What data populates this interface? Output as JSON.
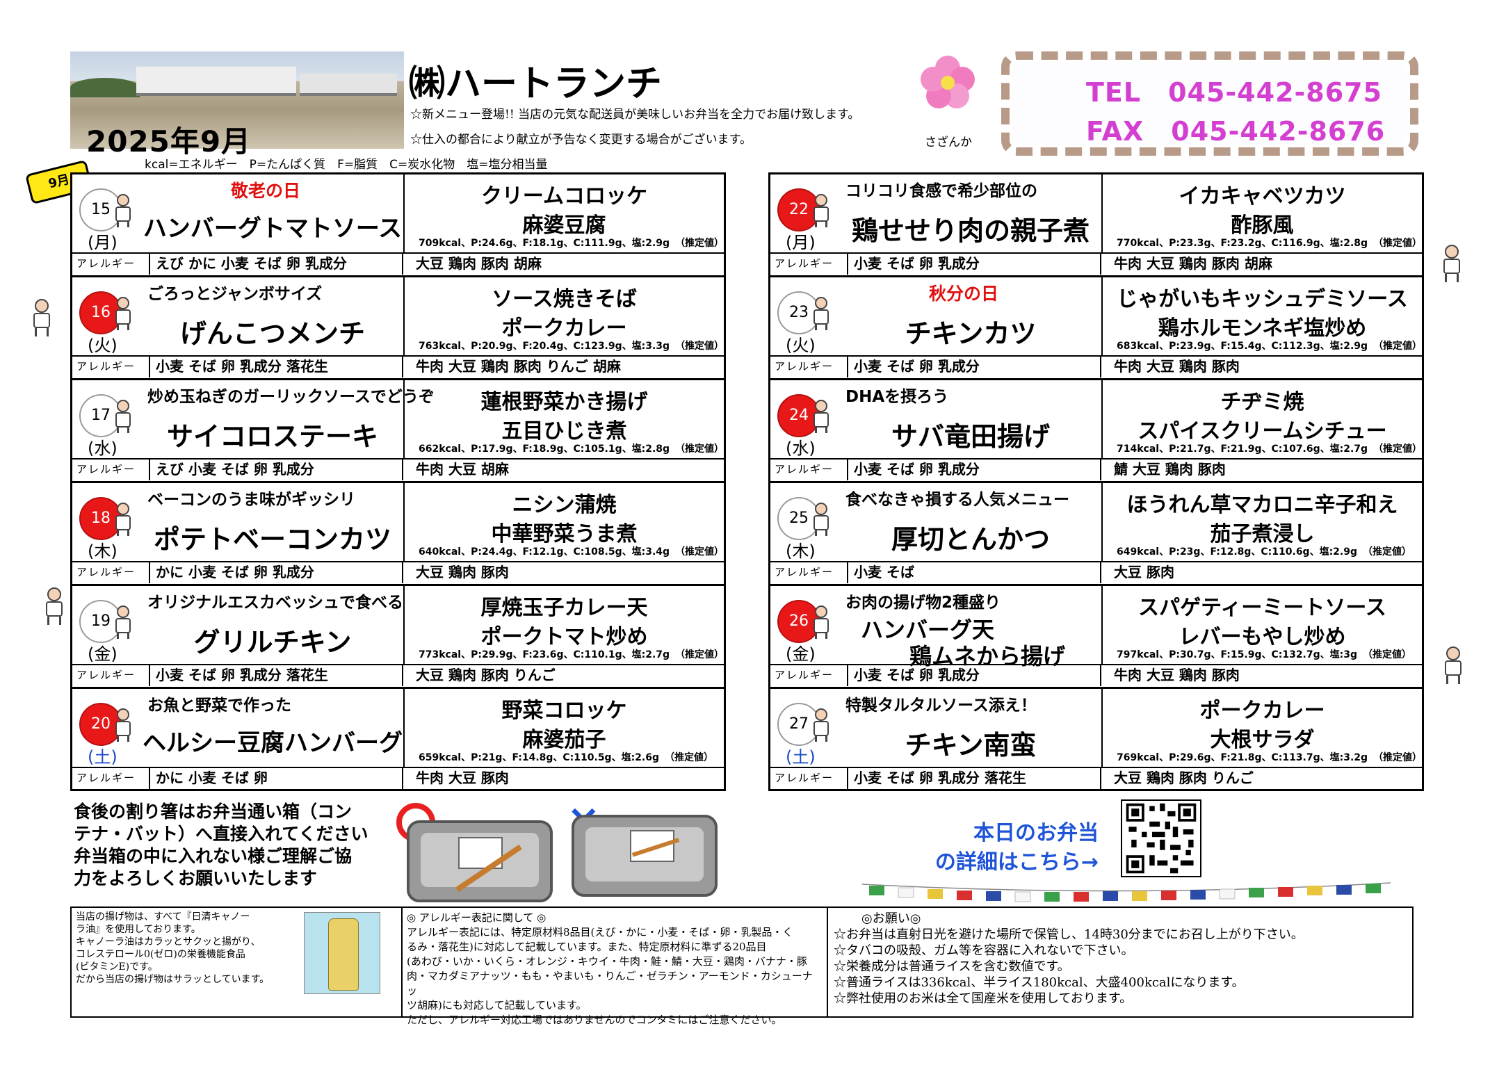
{
  "header": {
    "month_title": "2025年9月",
    "legend": "kcal=エネルギー　P=たんぱく質　F=脂質　C=炭水化物　塩=塩分相当量",
    "company": "㈱ハートランチ",
    "note1": "☆新メニュー登場!! 当店の元気な配送員が美味しいお弁当を全力でお届け致します。",
    "note2": "☆仕入の都合により献立が予告なく変更する場合がございます。",
    "flower_caption": "さざんか",
    "tel": "TEL　045-442-8675",
    "fax": "FAX　045-442-8676",
    "month_tab": "9月"
  },
  "allergy_label": "アレルギー",
  "estimate_label": "（推定値）",
  "left_days": [
    {
      "date": "15",
      "weekday": "(月)",
      "holiday": false,
      "sub": "敬老の日",
      "sub_red": true,
      "main": "ハンバーグトマトソース",
      "side1": "クリームコロッケ",
      "side2": "麻婆豆腐",
      "nutrition": "709kcal、P:24.6g、F:18.1g、C:111.9g、塩:2.9g",
      "allergy_left": "えび かに 小麦 そば 卵 乳成分",
      "allergy_right": "大豆 鶏肉 豚肉 胡麻"
    },
    {
      "date": "16",
      "weekday": "(火)",
      "holiday": true,
      "sub": "ごろっとジャンボサイズ",
      "sub_red": false,
      "main": "げんこつメンチ",
      "side1": "ソース焼きそば",
      "side2": "ポークカレー",
      "nutrition": "763kcal、P:20.9g、F:20.4g、C:123.9g、塩:3.3g",
      "allergy_left": "小麦 そば 卵 乳成分 落花生",
      "allergy_right": "牛肉 大豆 鶏肉 豚肉 りんご 胡麻"
    },
    {
      "date": "17",
      "weekday": "(水)",
      "holiday": false,
      "sub": "炒め玉ねぎのガーリックソースでどうぞ",
      "sub_red": false,
      "main": "サイコロステーキ",
      "side1": "蓮根野菜かき揚げ",
      "side2": "五目ひじき煮",
      "nutrition": "662kcal、P:17.9g、F:18.9g、C:105.1g、塩:2.8g",
      "allergy_left": "えび 小麦 そば 卵 乳成分",
      "allergy_right": "牛肉 大豆 胡麻"
    },
    {
      "date": "18",
      "weekday": "(木)",
      "holiday": true,
      "sub": "ベーコンのうま味がギッシリ",
      "sub_red": false,
      "main": "ポテトベーコンカツ",
      "side1": "ニシン蒲焼",
      "side2": "中華野菜うま煮",
      "nutrition": "640kcal、P:24.4g、F:12.1g、C:108.5g、塩:3.4g",
      "allergy_left": "かに 小麦 そば 卵 乳成分",
      "allergy_right": "大豆 鶏肉 豚肉"
    },
    {
      "date": "19",
      "weekday": "(金)",
      "holiday": false,
      "sub": "オリジナルエスカベッシュで食べる",
      "sub_red": false,
      "main": "グリルチキン",
      "side1": "厚焼玉子カレー天",
      "side2": "ポークトマト炒め",
      "nutrition": "773kcal、P:29.9g、F:23.6g、C:110.1g、塩:2.7g",
      "allergy_left": "小麦 そば 卵 乳成分 落花生",
      "allergy_right": "大豆 鶏肉 豚肉 りんご"
    },
    {
      "date": "20",
      "weekday": "(土)",
      "holiday": true,
      "weekday_blue": true,
      "sub": "お魚と野菜で作った",
      "sub_red": false,
      "main": "ヘルシー豆腐ハンバーグ",
      "side1": "野菜コロッケ",
      "side2": "麻婆茄子",
      "nutrition": "659kcal、P:21g、F:14.8g、C:110.5g、塩:2.6g",
      "allergy_left": "かに 小麦 そば 卵",
      "allergy_right": "牛肉 大豆 豚肉"
    }
  ],
  "right_days": [
    {
      "date": "22",
      "weekday": "(月)",
      "holiday": true,
      "sub": "コリコリ食感で希少部位の",
      "sub_red": false,
      "main": "鶏せせり肉の親子煮",
      "side1": "イカキャベツカツ",
      "side2": "酢豚風",
      "nutrition": "770kcal、P:23.3g、F:23.2g、C:116.9g、塩:2.8g",
      "allergy_left": "小麦 そば 卵 乳成分",
      "allergy_right": "牛肉 大豆 鶏肉 豚肉 胡麻"
    },
    {
      "date": "23",
      "weekday": "(火)",
      "holiday": false,
      "sub": "秋分の日",
      "sub_red": true,
      "main": "チキンカツ",
      "side1": "じゃがいもキッシュデミソース",
      "side2": "鶏ホルモンネギ塩炒め",
      "nutrition": "683kcal、P:23.9g、F:15.4g、C:112.3g、塩:2.9g",
      "allergy_left": "小麦 そば 卵 乳成分",
      "allergy_right": "牛肉 大豆 鶏肉 豚肉"
    },
    {
      "date": "24",
      "weekday": "(水)",
      "holiday": true,
      "sub": "DHAを摂ろう",
      "sub_red": false,
      "main": "サバ竜田揚げ",
      "side1": "チヂミ焼",
      "side2": "スパイスクリームシチュー",
      "nutrition": "714kcal、P:21.7g、F:21.9g、C:107.6g、塩:2.7g",
      "allergy_left": "小麦 そば 卵 乳成分",
      "allergy_right": "鯖 大豆 鶏肉 豚肉"
    },
    {
      "date": "25",
      "weekday": "(木)",
      "holiday": false,
      "sub": "食べなきゃ損する人気メニュー",
      "sub_red": false,
      "main": "厚切とんかつ",
      "side1": "ほうれん草マカロニ辛子和え",
      "side2": "茄子煮浸し",
      "nutrition": "649kcal、P:23g、F:12.8g、C:110.6g、塩:2.9g",
      "allergy_left": "小麦 そば",
      "allergy_right": "大豆 豚肉"
    },
    {
      "date": "26",
      "weekday": "(金)",
      "holiday": true,
      "sub": "お肉の揚げ物2種盛り",
      "sub_red": false,
      "main": "ハンバーグ天",
      "main2": "鶏ムネから揚げ",
      "side1": "スパゲティーミートソース",
      "side2": "レバーもやし炒め",
      "nutrition": "797kcal、P:30.7g、F:15.9g、C:132.7g、塩:3g",
      "allergy_left": "小麦 そば 卵 乳成分",
      "allergy_right": "牛肉 大豆 鶏肉 豚肉"
    },
    {
      "date": "27",
      "weekday": "(土)",
      "holiday": false,
      "weekday_blue": true,
      "sub": "特製タルタルソース添え！",
      "sub_red": false,
      "main": "チキン南蛮",
      "side1": "ポークカレー",
      "side2": "大根サラダ",
      "nutrition": "769kcal、P:29.6g、F:21.8g、C:113.7g、塩:3.2g",
      "allergy_left": "小麦 そば 卵 乳成分 落花生",
      "allergy_right": "大豆 鶏肉 豚肉 りんご"
    }
  ],
  "chopsticks": {
    "lines": [
      "食後の割り箸はお弁当通い箱（コン",
      "テナ・バット）へ直接入れてください",
      "弁当箱の中に入れない様ご理解ご協",
      "力をよろしくお願いいたします"
    ],
    "ok_mark": "○",
    "ng_mark": "×"
  },
  "qr_text": [
    "本日のお弁当",
    "の詳細はこちら→"
  ],
  "bottom": {
    "oil": [
      "当店の揚げ物は、すべて『日清キャノー",
      "ラ油』を使用しております。",
      "キャノーラ油はカラッとサクッと揚がり、",
      "コレステロール0(ゼロ)の栄養機能食品",
      "(ビタミンE)です。",
      "だから当店の揚げ物はサラッとしています。"
    ],
    "allergy_title": "◎ アレルギー表記に関して ◎",
    "allergy": [
      "アレルギー表記には、特定原材料8品目(えび・かに・小麦・そば・卵・乳製品・く",
      "るみ・落花生)に対応して記載しています。また、特定原材料に準ずる20品目",
      "(あわび・いか・いくら・オレンジ・キウイ・牛肉・鮭・鯖・大豆・鶏肉・バナナ・豚",
      "肉・マカダミアナッツ・もも・やまいも・りんご・ゼラチン・アーモンド・カシューナッ",
      "ツ胡麻)にも対応して記載しています。",
      "ただし、アレルギー対応工場ではありませんのでコンタミにはご注意ください。"
    ],
    "request_title": "◎お願い◎",
    "requests": [
      "☆お弁当は直射日光を避けた場所で保管し、14時30分までにお召し上がり下さい。",
      "☆タバコの吸殻、ガム等を容器に入れないで下さい。",
      "☆栄養成分は普通ライスを含む数値です。",
      "☆普通ライスは336kcal、半ライス180kcal、大盛400kcalになります。",
      "☆弊社使用のお米は全て国産米を使用しております。"
    ]
  }
}
